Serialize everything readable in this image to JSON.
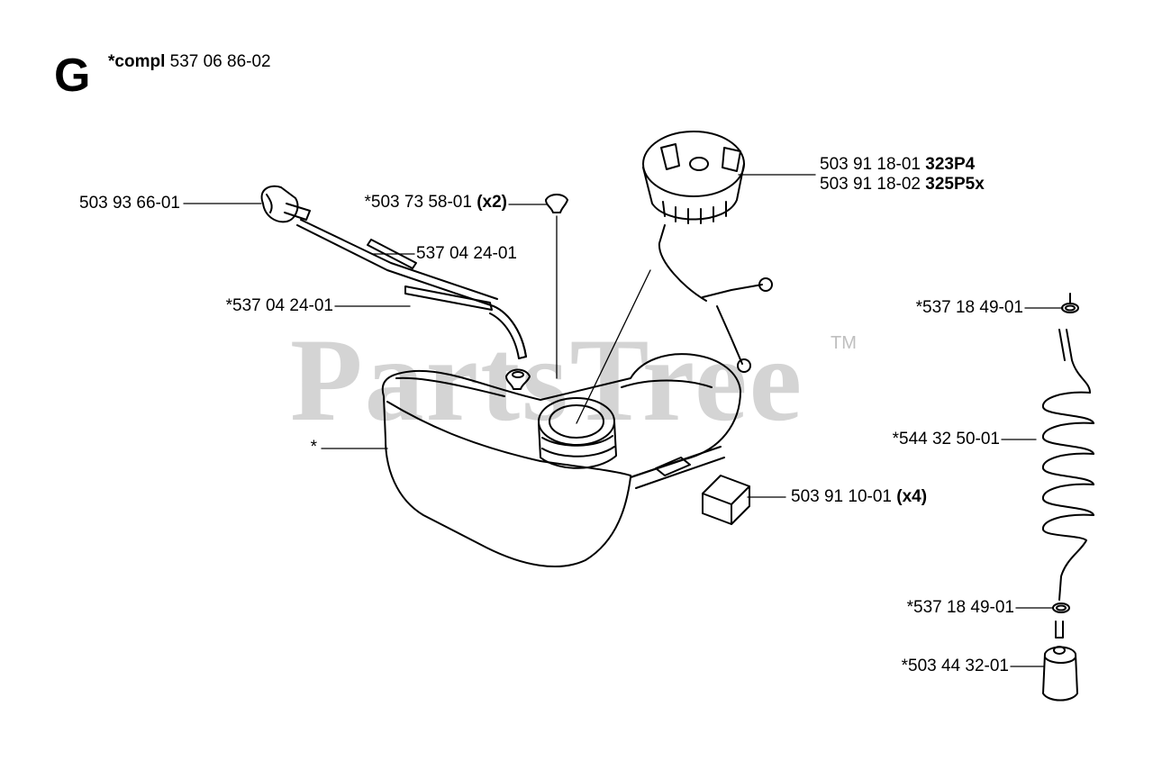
{
  "header": {
    "section_letter": "G",
    "kit_bold": "*compl",
    "kit_number": "537 06 86-02"
  },
  "watermark": {
    "text": "PartsTree",
    "tm": "TM"
  },
  "callouts": {
    "primer_bulb": "503 93 66-01",
    "fuel_hose_upper": "537 04 24-01",
    "fuel_hose_lower": "*537 04 24-01",
    "grommet_num": "*503 73 58-01",
    "grommet_qty": "(x2)",
    "tank_star": "*",
    "fuel_cap_line1_num": "503 91 18-01",
    "fuel_cap_line1_model": "323P4",
    "fuel_cap_line2_num": "503 91 18-02",
    "fuel_cap_line2_model": "325P5x",
    "damper_num": "503 91 10-01",
    "damper_qty": "(x4)",
    "oring_top": "*537 18 49-01",
    "spiral_hose": "*544 32 50-01",
    "oring_bottom": "*537 18 49-01",
    "filter": "*503 44 32-01"
  },
  "colors": {
    "line": "#000000",
    "watermark": "#d4d4d4"
  }
}
